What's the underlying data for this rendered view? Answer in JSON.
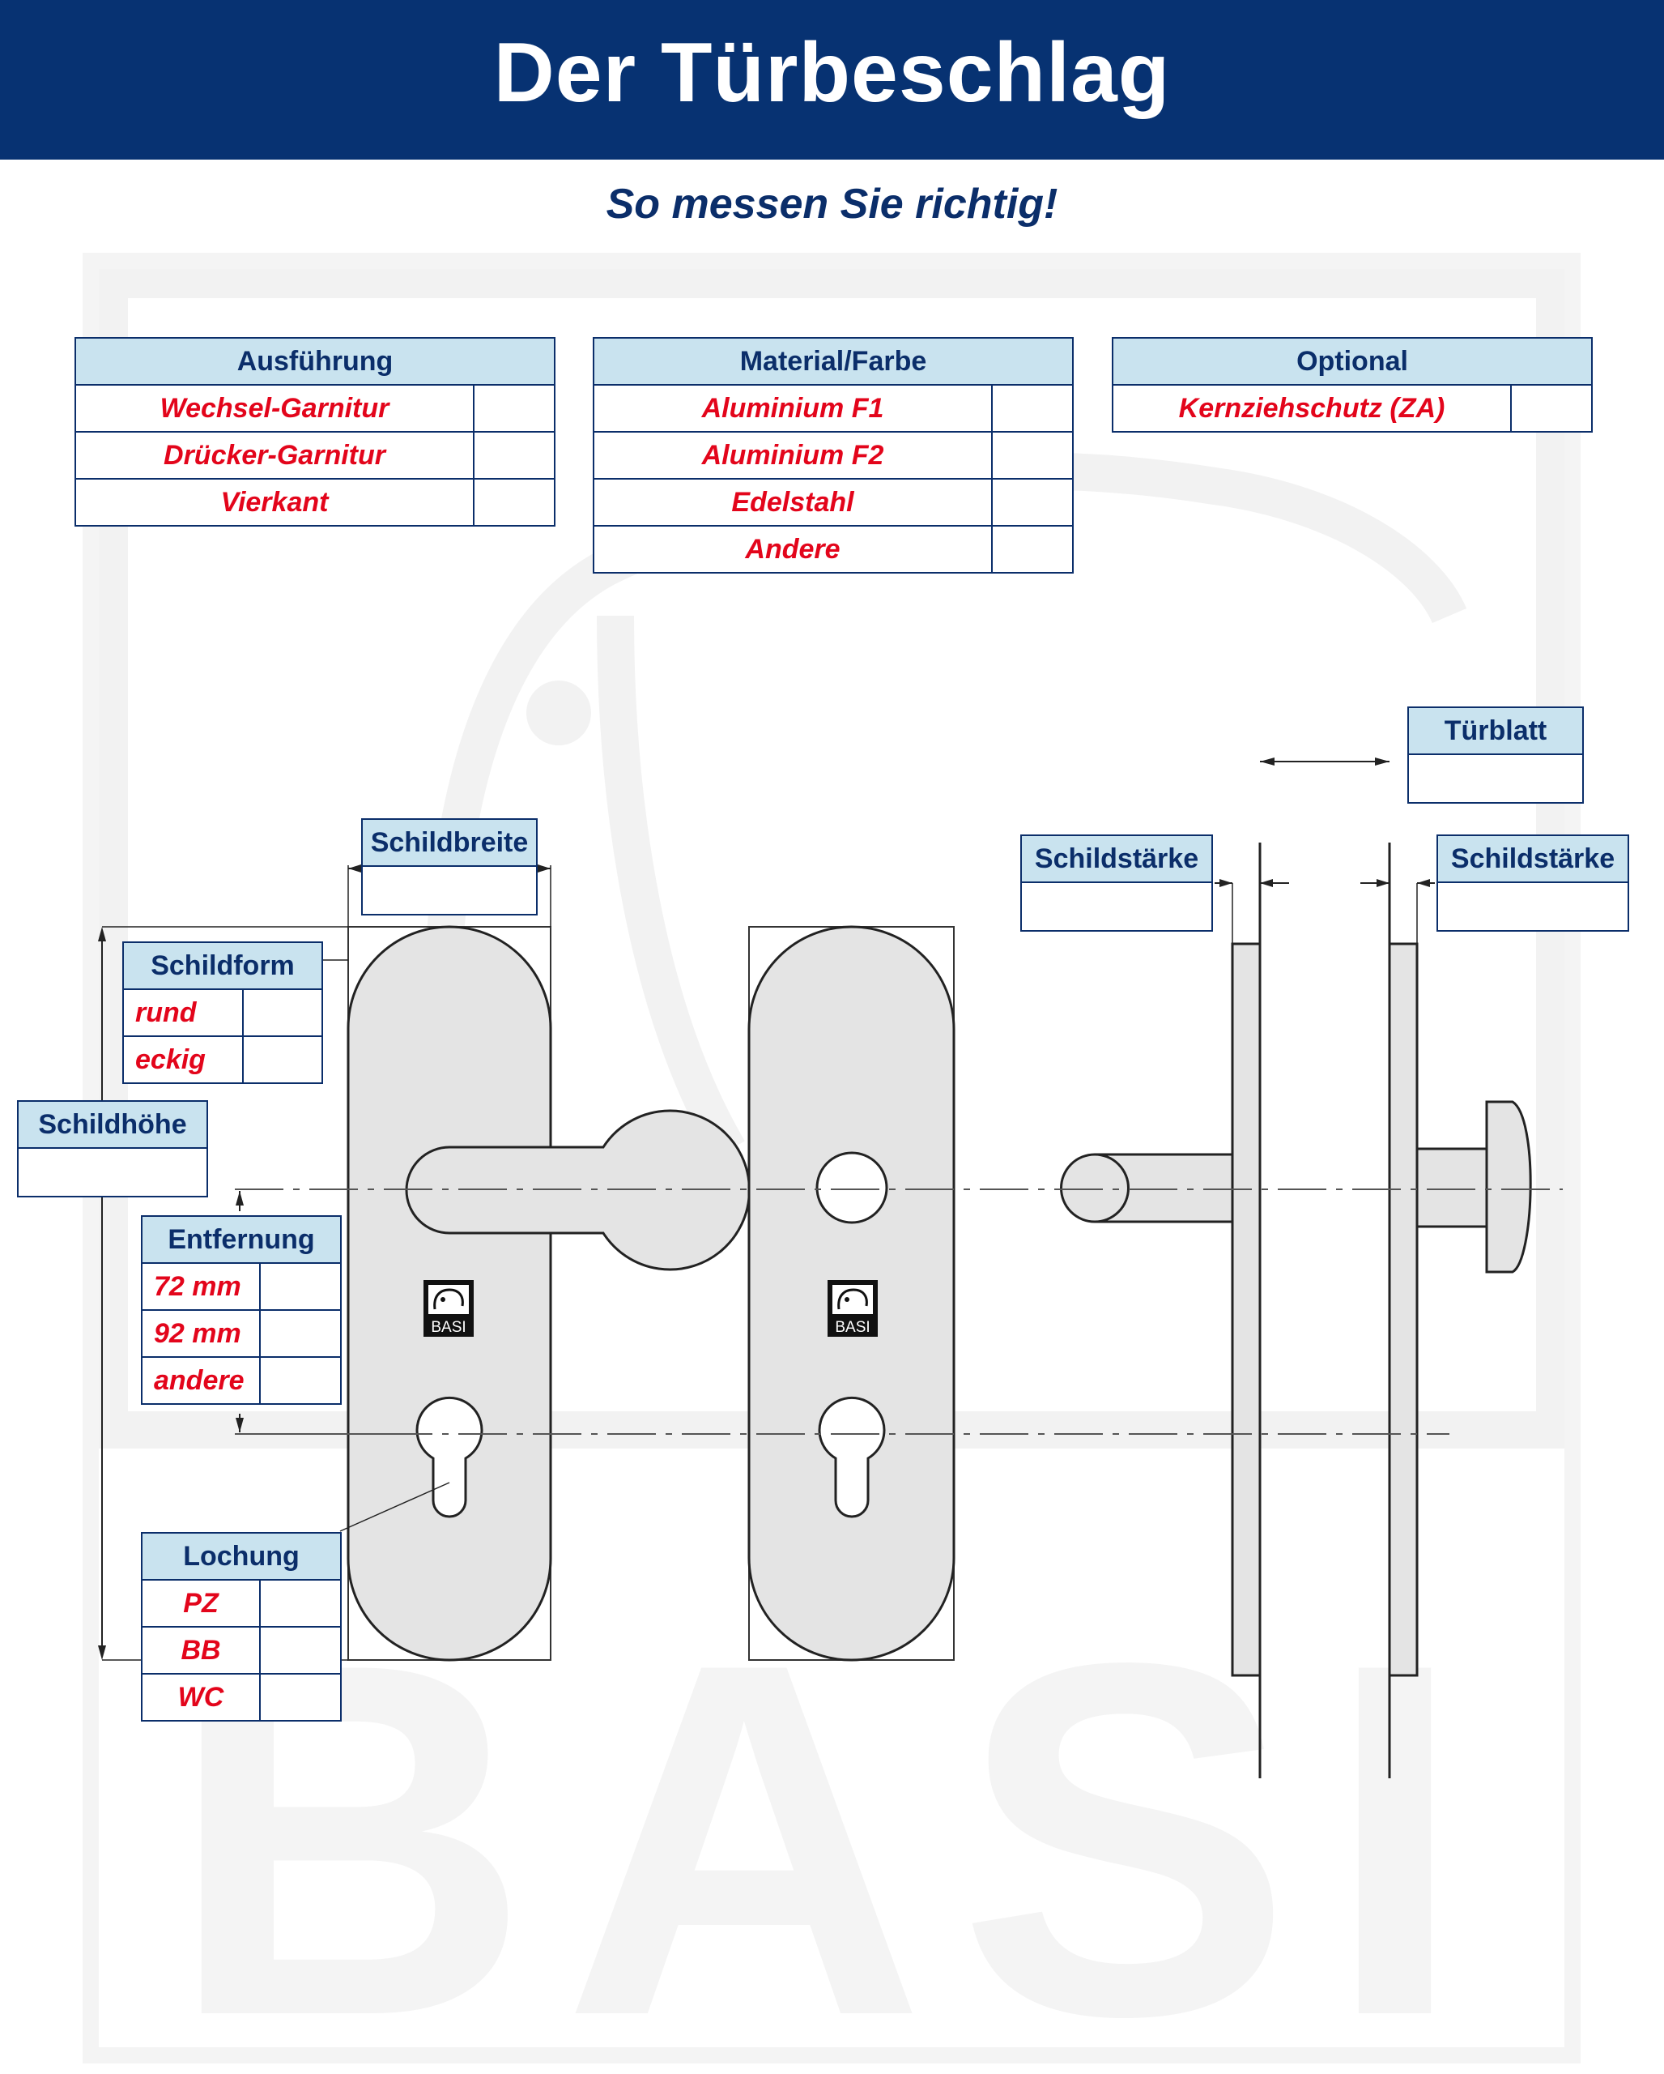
{
  "header": {
    "title": "Der Türbeschlag"
  },
  "subtitle": "So messen Sie richtig!",
  "colors": {
    "header_blue": "#073272",
    "cell_fill": "#c9e3ef",
    "option_red": "#e3051b",
    "plate_gray": "#e4e4e4"
  },
  "tables": {
    "ausfuehrung": {
      "header": "Ausführung",
      "options": [
        "Wechsel-Garnitur",
        "Drücker-Garnitur",
        "Vierkant"
      ]
    },
    "material": {
      "header": "Material/Farbe",
      "options": [
        "Aluminium F1",
        "Aluminium F2",
        "Edelstahl",
        "Andere"
      ]
    },
    "optional": {
      "header": "Optional",
      "options": [
        "Kernziehschutz (ZA)"
      ]
    },
    "schildbreite": {
      "header": "Schildbreite"
    },
    "schildform": {
      "header": "Schildform",
      "options": [
        "rund",
        "eckig"
      ]
    },
    "schildhoehe": {
      "header": "Schildhöhe"
    },
    "entfernung": {
      "header": "Entfernung",
      "options": [
        "72 mm",
        "92 mm",
        "andere"
      ]
    },
    "lochung": {
      "header": "Lochung",
      "options": [
        "PZ",
        "BB",
        "WC"
      ]
    },
    "tuerblatt": {
      "header": "Türblatt"
    },
    "schildstaerke_left": {
      "header": "Schildstärke"
    },
    "schildstaerke_right": {
      "header": "Schildstärke"
    }
  },
  "logo": {
    "text": "BASI"
  },
  "watermark": {
    "text": "BASI"
  }
}
